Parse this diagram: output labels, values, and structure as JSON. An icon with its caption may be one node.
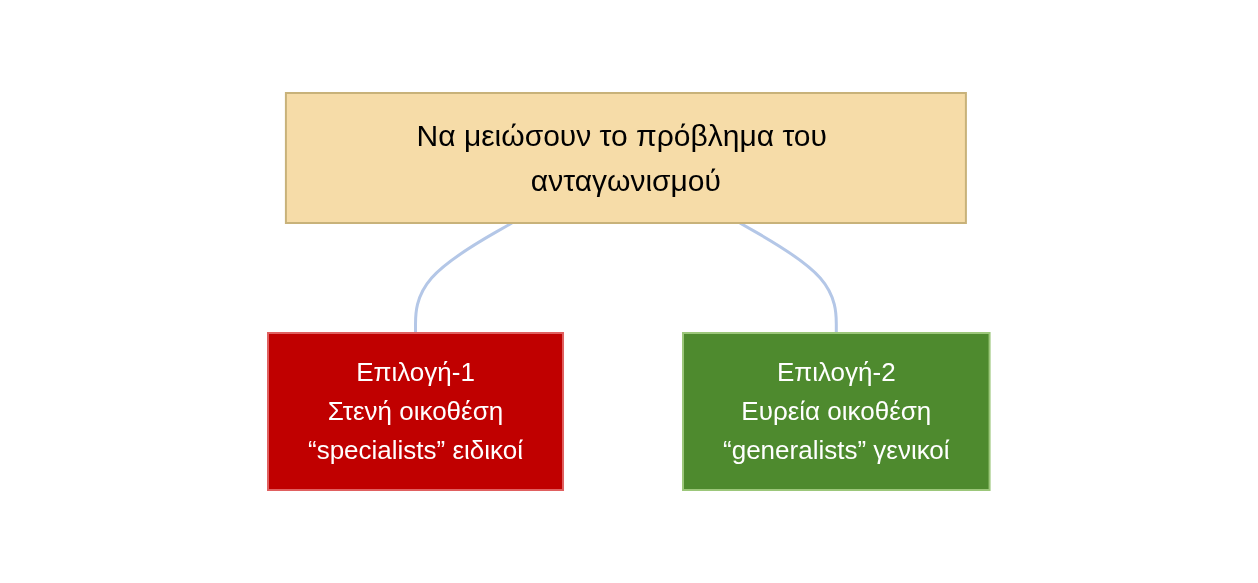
{
  "diagram": {
    "nodes": [
      {
        "text": [
          "Να μειώσουν το πρόβλημα του ανταγωνισμού"
        ]
      },
      {
        "text": [
          "Επιλογή-1",
          "Στενή οικοθέση",
          "“specialists” ειδικοί"
        ]
      },
      {
        "text": [
          "Επιλογή-2",
          "Ευρεία οικοθέση",
          "“generalists” γενικοί"
        ]
      }
    ],
    "edges": [
      {
        "from": 0,
        "to": 1,
        "arrow": "none"
      },
      {
        "from": 0,
        "to": 2,
        "arrow": "none"
      }
    ]
  }
}
